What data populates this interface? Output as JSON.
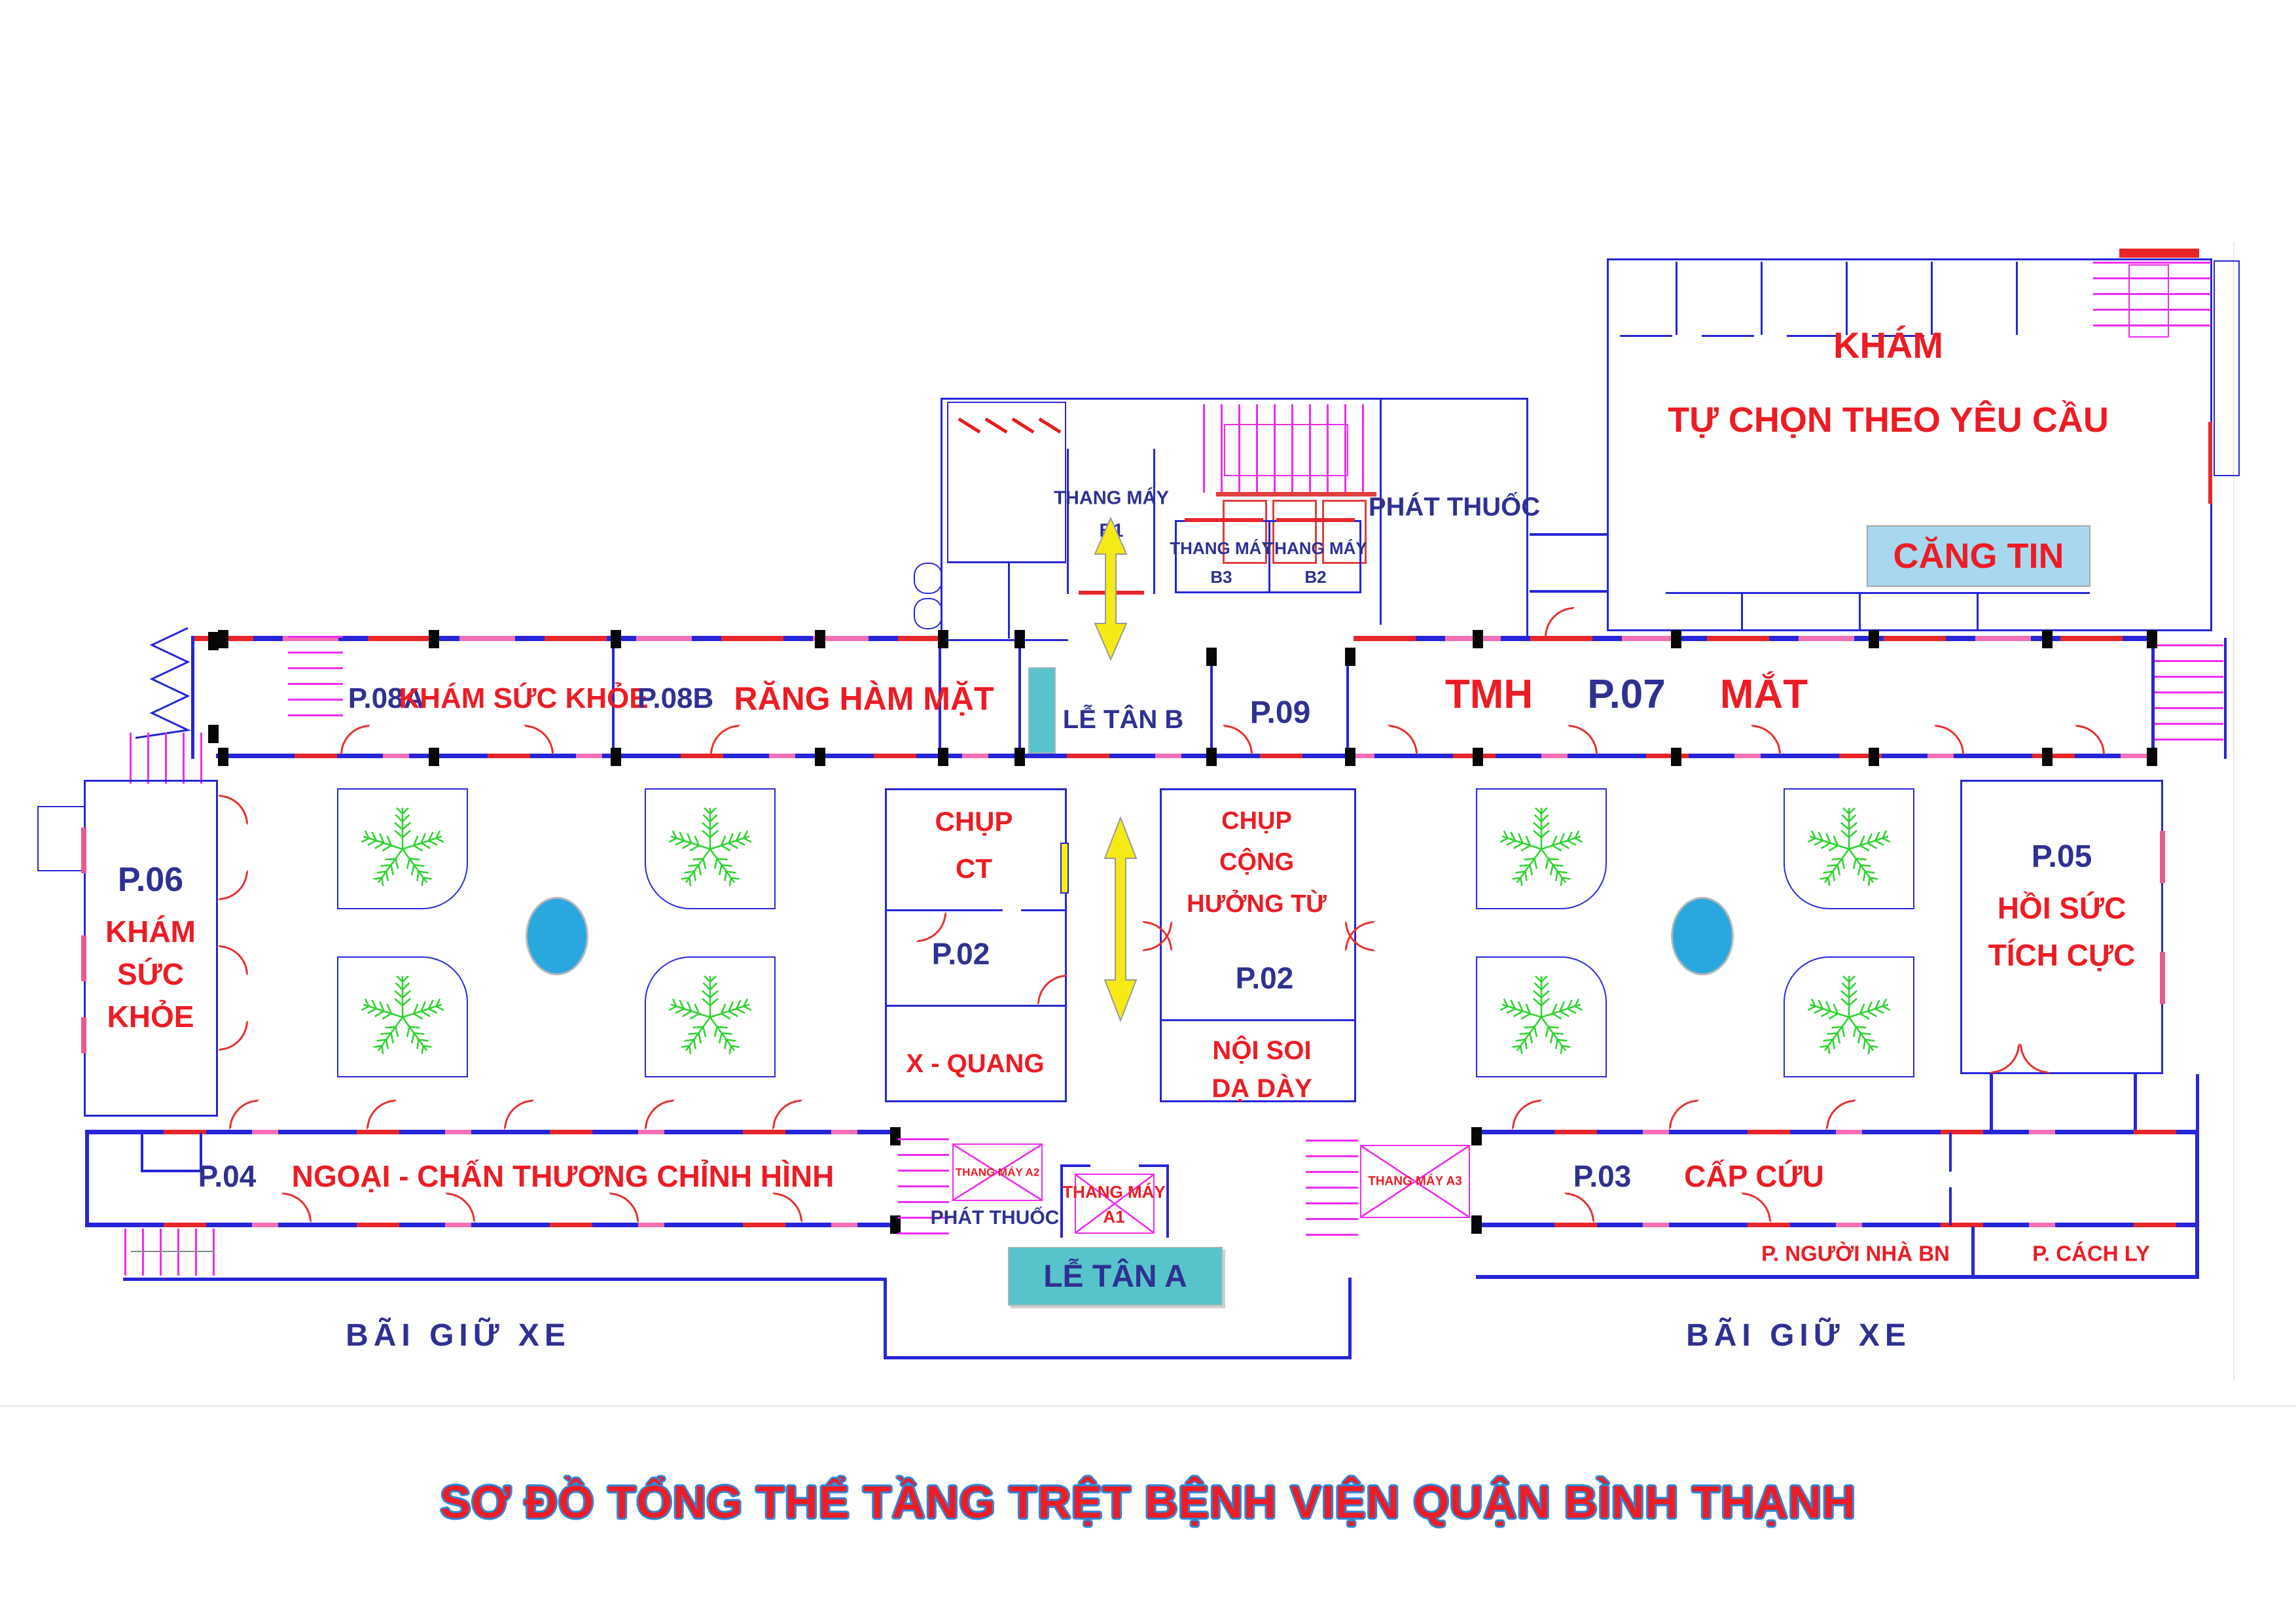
{
  "title": "SƠ ĐỒ TỔNG THỂ TẦNG TRỆT BỆNH VIỆN QUẬN BÌNH THẠNH",
  "colors": {
    "wall_blue": "#2626d8",
    "label_navy": "#2f3192",
    "label_red": "#ed1c24",
    "stair_magenta": "#f02bf0",
    "reception_teal": "#57c4cb",
    "canteen_light_blue": "#a7d8f0",
    "arrow_yellow": "#f6ea16",
    "plant_green": "#2fd32f",
    "pool_blue": "#29a8e0"
  },
  "blocks": {
    "kham_tu_chon": {
      "line1": "KHÁM",
      "line2": "TỰ CHỌN THEO YÊU CẦU"
    },
    "cang_tin": {
      "label": "CĂNG TIN"
    },
    "thang_may_b1": {
      "line1": "THANG MÁY",
      "line2": "B1"
    },
    "phat_thuoc_top": {
      "label": "PHÁT THUỐC"
    },
    "thang_may_b3": {
      "line1": "THANG MÁY",
      "line2": "B3"
    },
    "thang_may_b2": {
      "line1": "THANG MÁY",
      "line2": "B2"
    },
    "p08a": {
      "code": "P.08A",
      "name": "KHÁM SỨC KHỎE"
    },
    "p08b": {
      "code": "P.08B",
      "name": "RĂNG HÀM MẶT"
    },
    "le_tan_b": {
      "label": "LỄ TÂN B"
    },
    "p09": {
      "code": "P.09"
    },
    "p07": {
      "left": "TMH",
      "code": "P.07",
      "right": "MẮT"
    },
    "p06": {
      "code": "P.06",
      "line1": "KHÁM",
      "line2": "SỨC",
      "line3": "KHỎE"
    },
    "chup_ct": {
      "line1": "CHỤP",
      "line2": "CT",
      "code": "P.02"
    },
    "x_quang": {
      "label": "X - QUANG"
    },
    "chup_cong_huong_tu": {
      "line1": "CHỤP",
      "line2": "CỘNG",
      "line3": "HƯỞNG TỪ",
      "code": "P.02"
    },
    "noi_soi": {
      "line1": "NỘI SOI",
      "line2": "DẠ DÀY"
    },
    "p05": {
      "code": "P.05",
      "line1": "HỒI SỨC",
      "line2": "TÍCH CỰC"
    },
    "p04": {
      "code": "P.04",
      "name": "NGOẠI - CHẤN THƯƠNG CHỈNH HÌNH"
    },
    "thang_may_a2": {
      "label": "THANG MÁY A2"
    },
    "phat_thuoc_bottom": {
      "label": "PHÁT THUỐC"
    },
    "thang_may_a1": {
      "line1": "THANG MÁY",
      "line2": "A1"
    },
    "le_tan_a": {
      "label": "LỄ TÂN A"
    },
    "thang_may_a3": {
      "label": "THANG MÁY A3"
    },
    "p03": {
      "code": "P.03",
      "name": "CẤP CỨU"
    },
    "p_nguoi_nha_bn": {
      "label": "P. NGƯỜI NHÀ BN"
    },
    "p_cach_ly": {
      "label": "P. CÁCH LY"
    },
    "parking_left": {
      "label": "BÃI GIỮ XE"
    },
    "parking_right": {
      "label": "BÃI GIỮ XE"
    }
  }
}
